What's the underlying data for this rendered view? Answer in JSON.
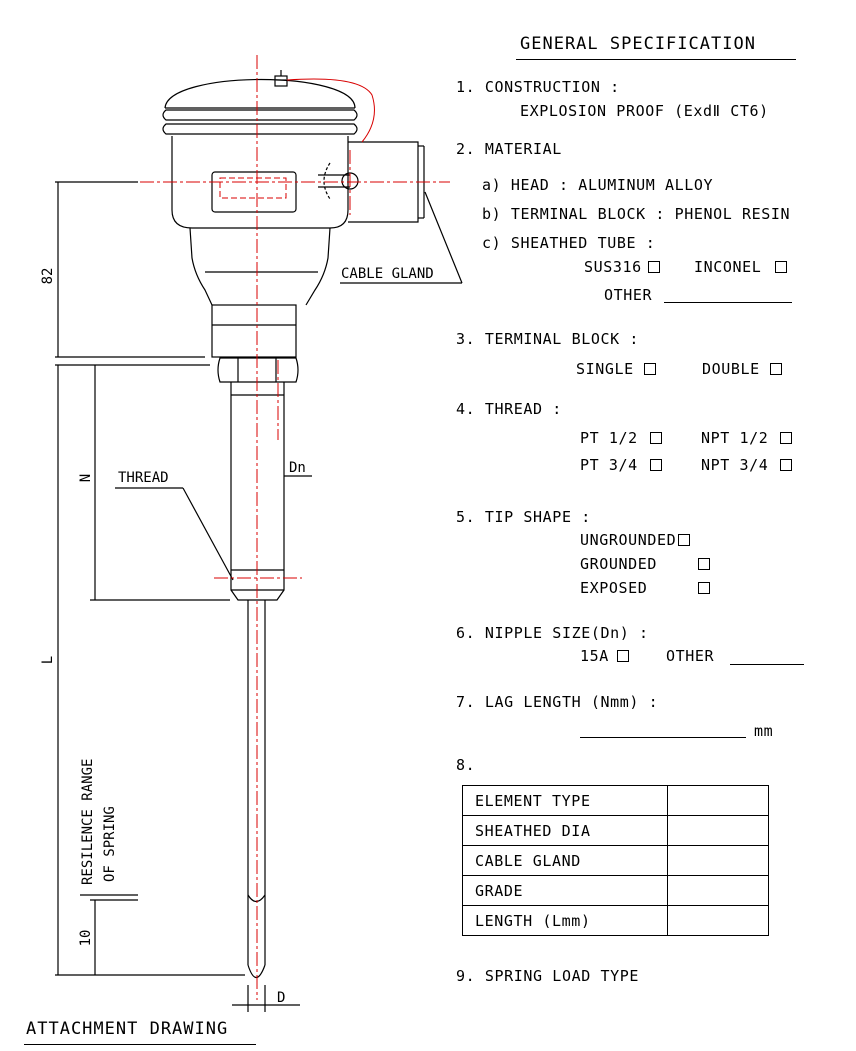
{
  "drawing": {
    "caption": "ATTACHMENT DRAWING",
    "labels": {
      "dim_82": "82",
      "dim_n": "N",
      "dim_l": "L",
      "dim_10": "10",
      "dn": "Dn",
      "d": "D",
      "thread": "THREAD",
      "cable_gland": "CABLE GLAND",
      "resilence_line1": "RESILENCE RANGE",
      "resilence_line2": "OF SPRING"
    }
  },
  "spec": {
    "title": "GENERAL SPECIFICATION",
    "s1": {
      "heading": "1. CONSTRUCTION :",
      "value": "EXPLOSION PROOF (ExdⅡ  CT6)"
    },
    "s2": {
      "heading": "2. MATERIAL",
      "a": "a) HEAD : ALUMINUM ALLOY",
      "b": "b) TERMINAL BLOCK : PHENOL RESIN",
      "c": "c) SHEATHED TUBE :",
      "sus": "SUS316",
      "inconel": "INCONEL",
      "other": "OTHER"
    },
    "s3": {
      "heading": "3. TERMINAL BLOCK :",
      "single": "SINGLE",
      "double": "DOUBLE"
    },
    "s4": {
      "heading": "4. THREAD :",
      "pt12": "PT 1/2",
      "npt12": "NPT 1/2",
      "pt34": "PT 3/4",
      "npt34": "NPT 3/4"
    },
    "s5": {
      "heading": "5. TIP SHAPE :",
      "ungrounded": "UNGROUNDED",
      "grounded": "GROUNDED",
      "exposed": "EXPOSED"
    },
    "s6": {
      "heading": "6. NIPPLE SIZE(Dn) :",
      "a15": "15A",
      "other": "OTHER"
    },
    "s7": {
      "heading": "7. LAG LENGTH (Nmm) :",
      "unit": "mm"
    },
    "s8": {
      "heading": "8.",
      "rows": [
        "ELEMENT TYPE",
        "SHEATHED DIA",
        "CABLE GLAND",
        "GRADE",
        "LENGTH  (Lmm)"
      ]
    },
    "s9": {
      "heading": "9. SPRING LOAD TYPE"
    }
  }
}
